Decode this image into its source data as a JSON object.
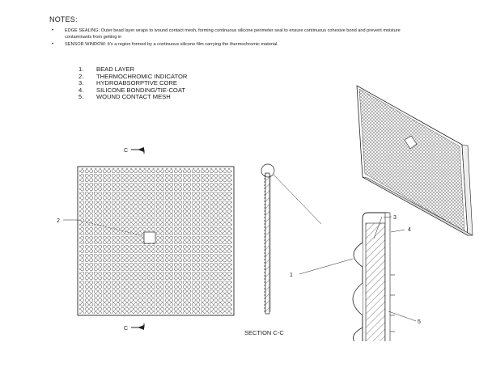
{
  "notes": {
    "title": "NOTES:",
    "items": [
      "EDGE SEALING: Outer bead layer wraps to wound contact mesh, forming continuous silicone perimeter seal to ensure continuous cohesive bond and prevent moisture contaminants from getting in",
      "SENSOR WINDOW: It's a region formed by a continuous silicone film carrying the thermochromic material."
    ]
  },
  "parts_list": [
    {
      "num": "1.",
      "name": "BEAD LAYER"
    },
    {
      "num": "2.",
      "name": "THERMOCHROMIC INDICATOR"
    },
    {
      "num": "3.",
      "name": "HYDROABSORPTIVE CORE"
    },
    {
      "num": "4.",
      "name": "SILICONE BONDING/TIE-COAT"
    },
    {
      "num": "5.",
      "name": "WOUND CONTACT MESH"
    }
  ],
  "callouts": {
    "front_indicator": "2",
    "detail_bead": "1",
    "detail_core": "3",
    "detail_tiecoat": "4",
    "detail_mesh": "5"
  },
  "section_markers": {
    "top": "C",
    "bottom": "C",
    "label": "SECTION C-C"
  },
  "colors": {
    "line": "#222222",
    "hatch": "#444444",
    "paper": "#ffffff"
  }
}
